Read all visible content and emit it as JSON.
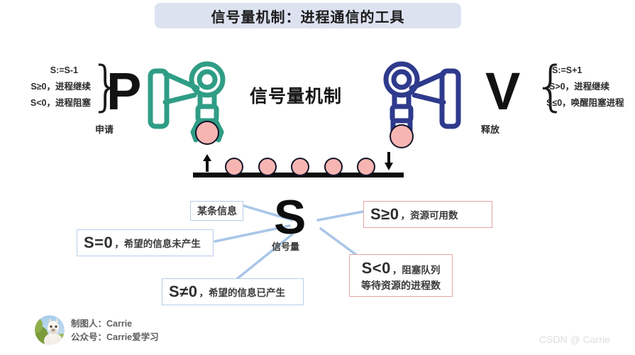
{
  "title": {
    "text": "信号量机制：进程通信的工具",
    "background_color": "#dde2f1"
  },
  "center_label": "信号量机制",
  "p_section": {
    "letter": "P",
    "caption": "申请",
    "lines": [
      "S:=S-1",
      "S≥0，进程继续",
      "S<0，进程阻塞"
    ],
    "brace": "}",
    "robot_color": "#2f9d85"
  },
  "v_section": {
    "letter": "V",
    "caption": "释放",
    "lines": [
      "S:=S+1",
      "S>0，进程继续",
      "S≤0，唤醒阻塞进程"
    ],
    "brace": "{",
    "robot_color": "#2e3a8c"
  },
  "conveyor": {
    "ball_count": 5,
    "ball_color": "#f6b5b2",
    "bar_color": "#0b0b0b",
    "arrow_up_name": "入队箭头",
    "arrow_down_name": "出队箭头"
  },
  "hub": {
    "letter": "S",
    "caption": "信号量",
    "line_color": "#a9c6e8"
  },
  "callouts": [
    {
      "id": "msg",
      "style": "blue",
      "plain": "某条信息"
    },
    {
      "id": "s_eq_0",
      "style": "blue",
      "big": "S=0",
      "small": "，希望的信息未产生"
    },
    {
      "id": "s_neq_0",
      "style": "blue",
      "big": "S≠0",
      "small": "，希望的信息已产生"
    },
    {
      "id": "s_ge_0",
      "style": "red",
      "big": "S≥0",
      "small": "，资源可用数"
    },
    {
      "id": "s_lt_0",
      "style": "red",
      "big": "S<0",
      "small": "，阻塞队列",
      "line2": "等待资源的进程数"
    }
  ],
  "author": {
    "line1": "制图人：Carrie",
    "line2": "公众号：Carrie爱学习",
    "avatar_alt": "alpaca-avatar"
  },
  "watermark": "CSDN @ Carrie"
}
